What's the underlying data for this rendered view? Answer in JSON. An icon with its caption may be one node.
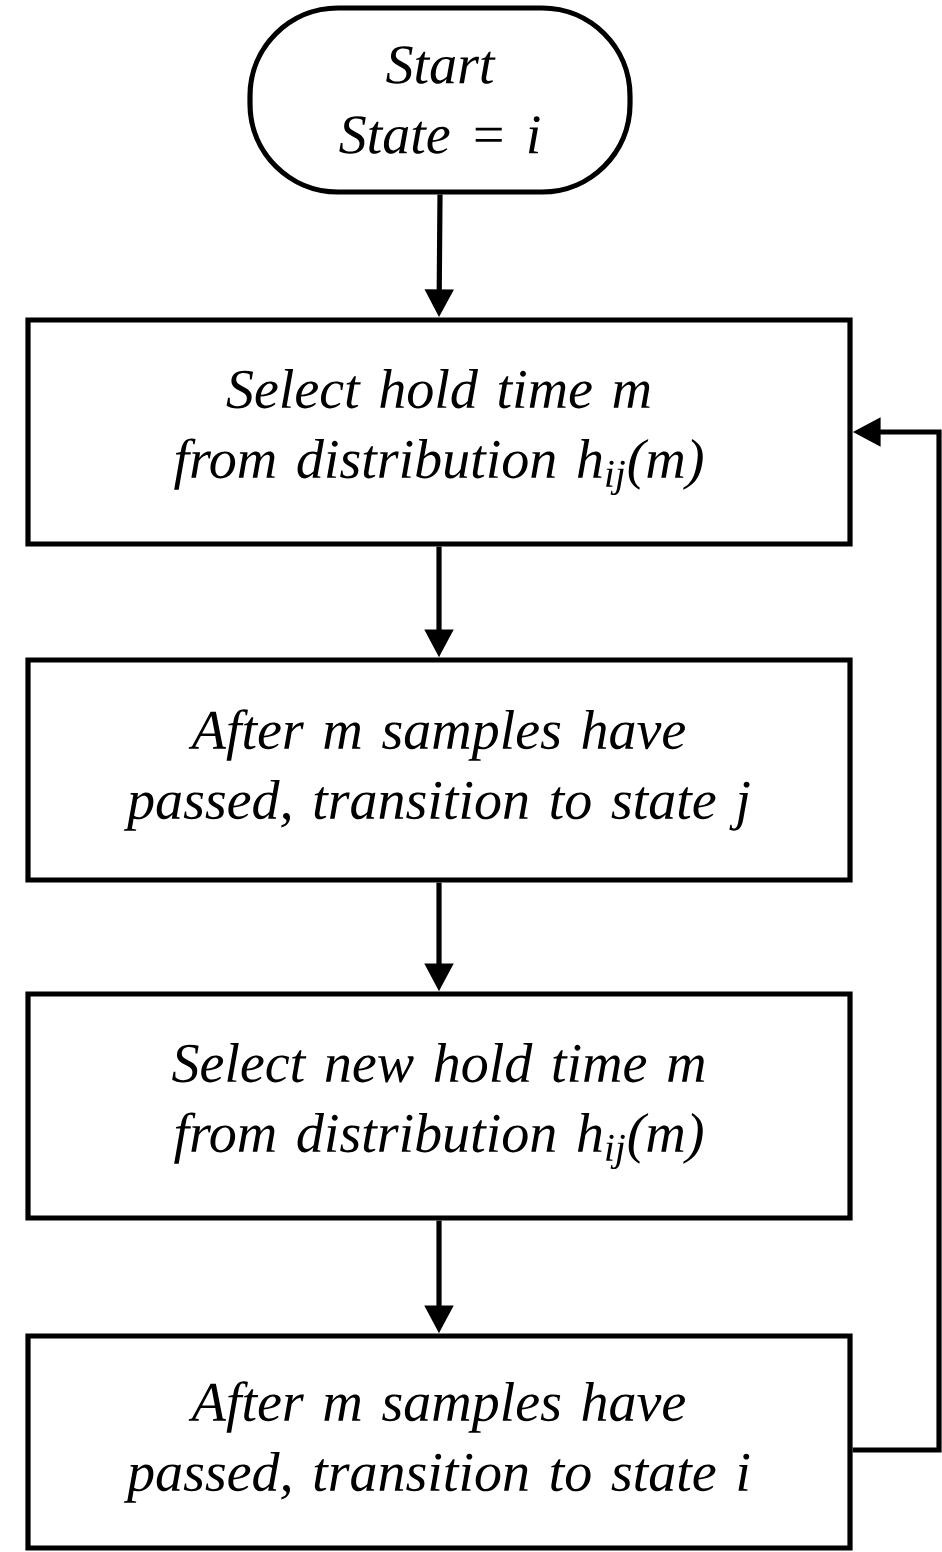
{
  "diagram": {
    "nodes": [
      {
        "text": [
          "Start State = i"
        ]
      },
      {
        "text": [
          "Select hold time m from distribution h$_{ij}$(m)"
        ]
      },
      {
        "text": [
          "After m samples have passed, transition to state j"
        ]
      },
      {
        "text": [
          "Select new hold time m from distribution h$_{ij}$(m)"
        ]
      },
      {
        "text": [
          "After m samples have passed, transition to state i"
        ]
      }
    ],
    "edges": [
      {
        "from": 0,
        "to": 1,
        "arrow": "to"
      },
      {
        "from": 1,
        "to": 2,
        "arrow": "to"
      },
      {
        "from": 2,
        "to": 3,
        "arrow": "to"
      },
      {
        "from": 3,
        "to": 4,
        "arrow": "to"
      },
      {
        "from": 4,
        "to": 1,
        "arrow": "to"
      }
    ]
  }
}
